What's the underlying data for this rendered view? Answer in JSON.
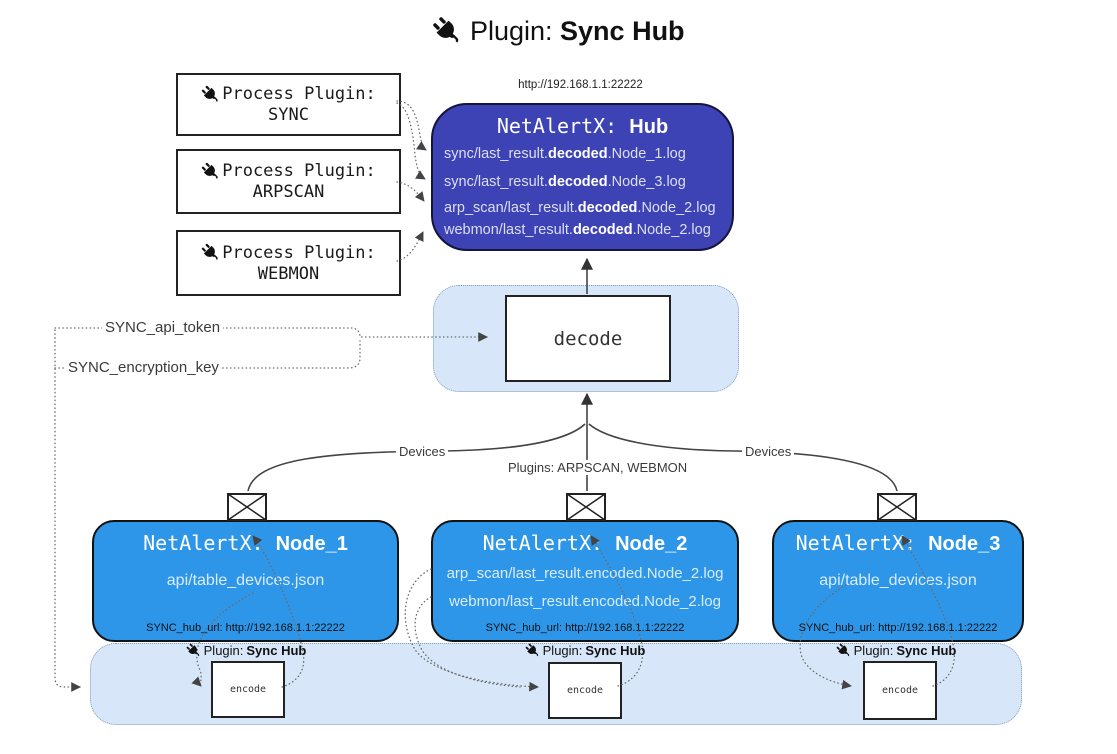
{
  "title": {
    "prefix": "Plugin:",
    "name": "Sync Hub"
  },
  "hub": {
    "url": "http://192.168.1.1:22222",
    "name_prefix": "NetAlertX:",
    "name": "Hub",
    "files": [
      {
        "pre": "sync/last_result.",
        "bold": "decoded",
        "post": ".Node_1.log"
      },
      {
        "pre": "sync/last_result.",
        "bold": "decoded",
        "post": ".Node_3.log"
      },
      {
        "pre": "arp_scan/last_result.",
        "bold": "decoded",
        "post": ".Node_2.log"
      },
      {
        "pre": "webmon/last_result.",
        "bold": "decoded",
        "post": ".Node_2.log"
      }
    ]
  },
  "process_plugins": [
    {
      "label": "Process Plugin:",
      "name": "SYNC"
    },
    {
      "label": "Process Plugin:",
      "name": "ARPSCAN"
    },
    {
      "label": "Process Plugin:",
      "name": "WEBMON"
    }
  ],
  "decode": {
    "label": "decode"
  },
  "settings": {
    "api_token": "SYNC_api_token",
    "encryption_key": "SYNC_encryption_key"
  },
  "edge_labels": {
    "devices_left": "Devices",
    "plugins_mid": "Plugins: ARPSCAN, WEBMON",
    "devices_right": "Devices"
  },
  "nodes": [
    {
      "name_prefix": "NetAlertX:",
      "name": "Node_1",
      "files": [
        "api/table_devices.json"
      ],
      "hub_url": "SYNC_hub_url: http://192.168.1.1:22222"
    },
    {
      "name_prefix": "NetAlertX:",
      "name": "Node_2",
      "files": [
        "arp_scan/last_result.encoded.Node_2.log",
        "webmon/last_result.encoded.Node_2.log"
      ],
      "hub_url": "SYNC_hub_url: http://192.168.1.1:22222"
    },
    {
      "name_prefix": "NetAlertX:",
      "name": "Node_3",
      "files": [
        "api/table_devices.json"
      ],
      "hub_url": "SYNC_hub_url: http://192.168.1.1:22222"
    }
  ],
  "encode_band": {
    "plugin_prefix": "Plugin:",
    "plugin_name": "Sync Hub",
    "encode_label": "encode"
  },
  "icons": {
    "plug": "power-plug",
    "envelope": "mail-envelope"
  },
  "colors": {
    "hub_bg": "#3d43b5",
    "node_bg": "#2e96e8",
    "band_bg": "#d7e7f9",
    "band_border": "#7f9ec0",
    "hub_text": "#dcdff3",
    "node_text": "#d8ecfc",
    "line": "#444444",
    "dotted": "#6b6b6b"
  }
}
